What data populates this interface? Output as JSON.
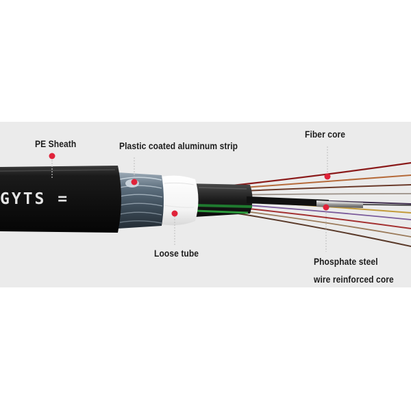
{
  "diagram": {
    "cable_print": "GYTS =",
    "labels": {
      "pe_sheath": "PE Sheath",
      "aluminum_strip": "Plastic coated aluminum strip",
      "fiber_core": "Fiber core",
      "loose_tube": "Loose tube",
      "steel_wire_line1": "Phosphate steel",
      "steel_wire_line2": "wire reinforced core"
    },
    "colors": {
      "panel_background": "#ebebeb",
      "sheath": "#141414",
      "marker": "#e0233a",
      "leader_line": "#c8c8c8"
    }
  }
}
